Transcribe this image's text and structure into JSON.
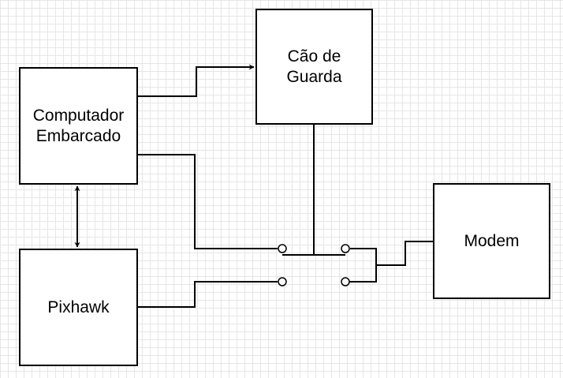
{
  "diagram": {
    "nodes": {
      "computador": {
        "label": "Computador\nEmbarcado"
      },
      "cao": {
        "label": "Cão de\nGuarda"
      },
      "modem": {
        "label": "Modem"
      },
      "pixhawk": {
        "label": "Pixhawk"
      }
    },
    "connections": [
      {
        "from": "Computador Embarcado",
        "to": "Cão de Guarda",
        "arrow": "end"
      },
      {
        "from": "Computador Embarcado",
        "to": "Pixhawk",
        "arrow": "both"
      },
      {
        "from": "Computador Embarcado",
        "to": "switch-contact-1",
        "arrow": "none"
      },
      {
        "from": "Pixhawk",
        "to": "switch-contact-2",
        "arrow": "none"
      },
      {
        "from": "Cão de Guarda",
        "to": "switch-lever",
        "arrow": "none"
      },
      {
        "from": "switch-output",
        "to": "Modem",
        "arrow": "none"
      }
    ],
    "colors": {
      "line": "#000000",
      "grid": "#e6e6e6",
      "background": "#ffffff"
    }
  }
}
